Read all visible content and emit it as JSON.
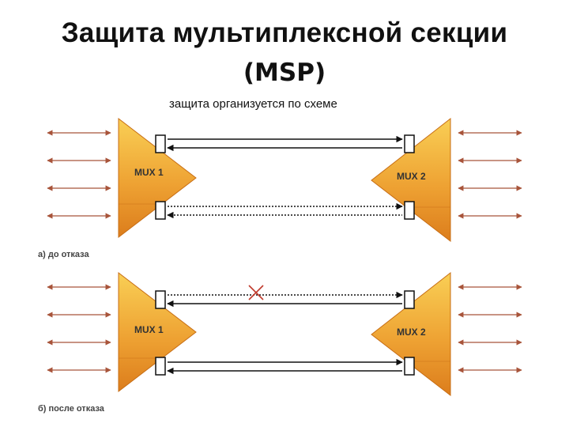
{
  "title": "Защита мультиплексной секции",
  "title_abbr": "(MSP)",
  "subtitle": "защита организуется по схеме",
  "panels": [
    {
      "mux_left": "MUX 1",
      "mux_right": "MUX 2",
      "caption": "а) до отказа",
      "working_link": "normal",
      "protection_link": "standby"
    },
    {
      "mux_left": "MUX 1",
      "mux_right": "MUX 2",
      "caption": "б) после отказа",
      "working_link": "failed",
      "protection_link": "active"
    }
  ],
  "colors": {
    "mux_fill_top": "#f7c64a",
    "mux_fill_bottom": "#e0831c",
    "tributary_arrow": "#a8543a",
    "link": "#111111",
    "fault_mark": "#c0392b"
  }
}
